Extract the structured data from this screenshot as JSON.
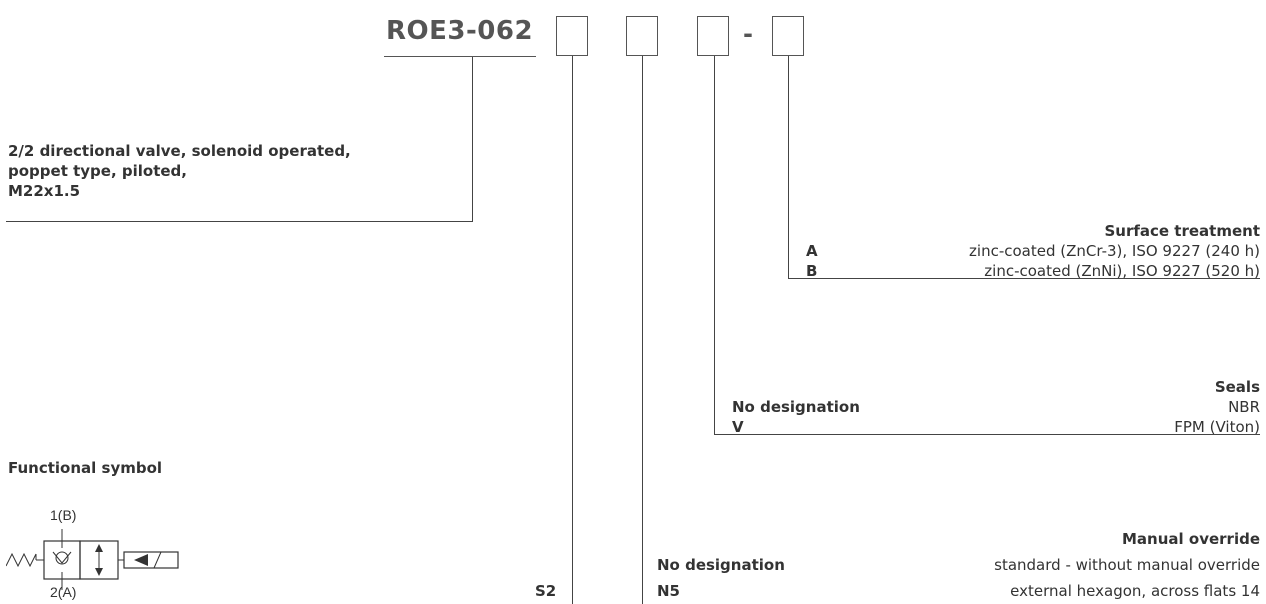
{
  "header": {
    "code": "ROE3-062",
    "separator": "-"
  },
  "description": {
    "line1": "2/2 directional valve, solenoid operated,",
    "line2": "poppet type, piloted,",
    "line3": "M22x1.5"
  },
  "surface_treatment": {
    "title": "Surface treatment",
    "options": [
      {
        "code": "A",
        "text": "zinc-coated (ZnCr-3), ISO 9227 (240 h)"
      },
      {
        "code": "B",
        "text": "zinc-coated (ZnNi), ISO 9227 (520 h)"
      }
    ]
  },
  "seals": {
    "title": "Seals",
    "options": [
      {
        "code": "No designation",
        "text": "NBR"
      },
      {
        "code": "V",
        "text": "FPM (Viton)"
      }
    ]
  },
  "functional_symbol": {
    "title": "Functional symbol",
    "port_top": "1(B)",
    "port_bottom": "2(A)"
  },
  "voltage": {
    "code": "S2"
  },
  "manual_override": {
    "title": "Manual override",
    "options": [
      {
        "code": "No designation",
        "text": "standard - without manual override"
      },
      {
        "code": "N5",
        "text": "external hexagon, across flats 14"
      }
    ]
  }
}
